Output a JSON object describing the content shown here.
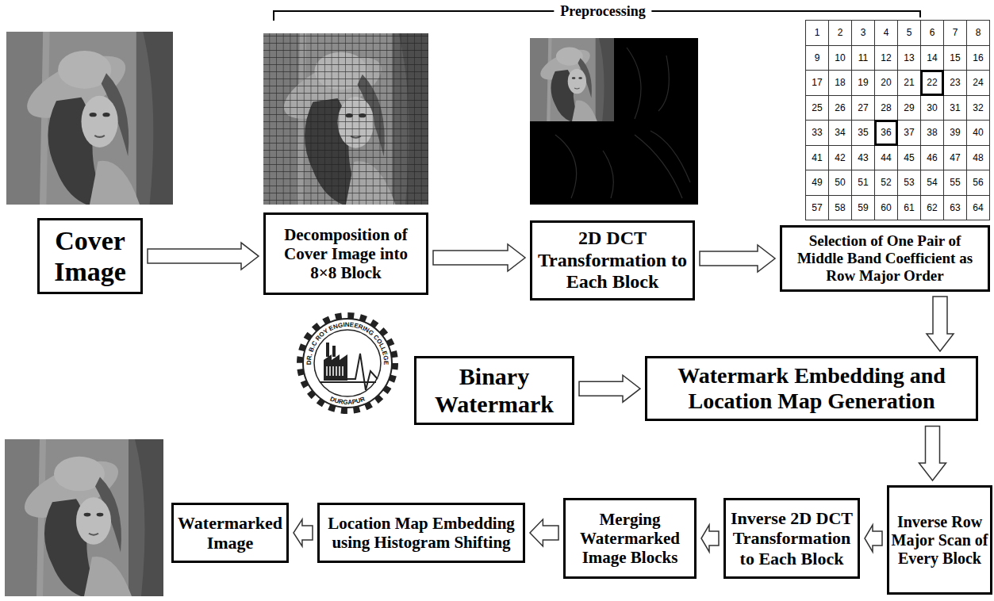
{
  "diagram": {
    "nodes": [
      {
        "text": [
          "Cover Image"
        ]
      },
      {
        "text": [
          "Decomposition of Cover Image into 8×8 Block"
        ]
      },
      {
        "text": [
          "2D DCT Transformation to Each Block"
        ]
      },
      {
        "text": [
          "Selection of One Pair of Middle Band Coefficient as Row Major Order"
        ]
      },
      {
        "text": [
          "Binary Watermark"
        ]
      },
      {
        "text": [
          "Watermark Embedding and Location Map Generation"
        ]
      },
      {
        "text": [
          "Inverse Row Major Scan of Every Block"
        ]
      },
      {
        "text": [
          "Inverse 2D DCT Transformation to Each Block"
        ]
      },
      {
        "text": [
          "Merging Watermarked Image Blocks"
        ]
      },
      {
        "text": [
          "Location Map Embedding using Histogram Shifting"
        ]
      },
      {
        "text": [
          "Watermarked Image"
        ]
      }
    ],
    "edges": [
      {
        "from": 0,
        "to": 1,
        "arrow": "to"
      },
      {
        "from": 1,
        "to": 2,
        "arrow": "to"
      },
      {
        "from": 2,
        "to": 3,
        "arrow": "to"
      },
      {
        "from": 3,
        "to": 5,
        "arrow": "to"
      },
      {
        "from": 4,
        "to": 5,
        "arrow": "to"
      },
      {
        "from": 5,
        "to": 6,
        "arrow": "to"
      },
      {
        "from": 6,
        "to": 7,
        "arrow": "to"
      },
      {
        "from": 7,
        "to": 8,
        "arrow": "to"
      },
      {
        "from": 8,
        "to": 9,
        "arrow": "to"
      },
      {
        "from": 9,
        "to": 10,
        "arrow": "to"
      }
    ],
    "labels": [
      "Preprocessing",
      "1",
      "2",
      "3",
      "4",
      "5",
      "6",
      "7",
      "8",
      "9",
      "10",
      "11",
      "12",
      "13",
      "14",
      "15",
      "16",
      "17",
      "18",
      "19",
      "20",
      "21",
      "22",
      "23",
      "24",
      "25",
      "26",
      "27",
      "28",
      "29",
      "30",
      "31",
      "32",
      "33",
      "34",
      "35",
      "36",
      "37",
      "38",
      "39",
      "40",
      "41",
      "42",
      "43",
      "44",
      "45",
      "46",
      "47",
      "48",
      "49",
      "50",
      "51",
      "52",
      "53",
      "54",
      "55",
      "56",
      "57",
      "58",
      "59",
      "60",
      "61",
      "62",
      "63",
      "64",
      "DR. B.C ROY ENGINEERING COLLEGE",
      "DURGAPUR"
    ]
  }
}
